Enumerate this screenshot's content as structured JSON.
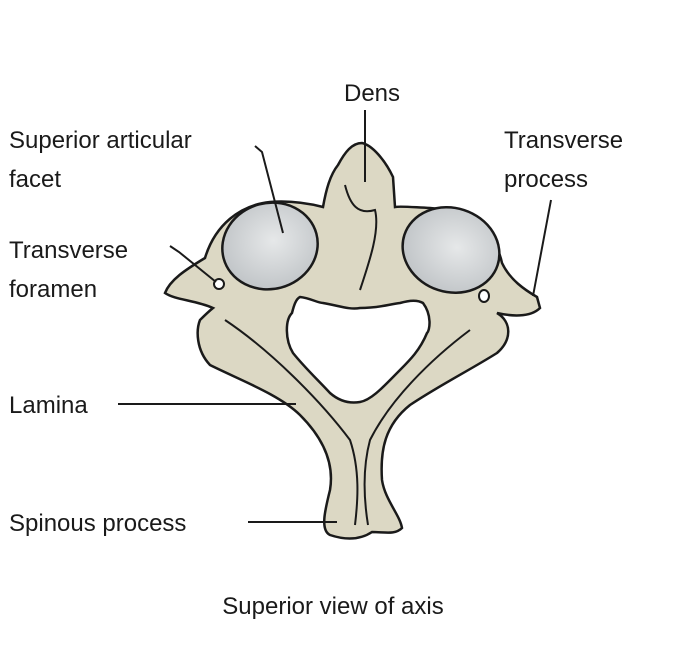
{
  "labels": {
    "dens": "Dens",
    "superior_articular_facet_1": "Superior articular",
    "superior_articular_facet_2": "facet",
    "transverse_process_1": "Transverse",
    "transverse_process_2": "process",
    "transverse_foramen_1": "Transverse",
    "transverse_foramen_2": "foramen",
    "lamina": "Lamina",
    "spinous_process": "Spinous process"
  },
  "caption": "Superior view of axis",
  "colors": {
    "bone": "#dcd8c4",
    "bone_shadow": "#c9c4ab",
    "facet": "#cfd2d4",
    "outline": "#1a1a1a"
  }
}
